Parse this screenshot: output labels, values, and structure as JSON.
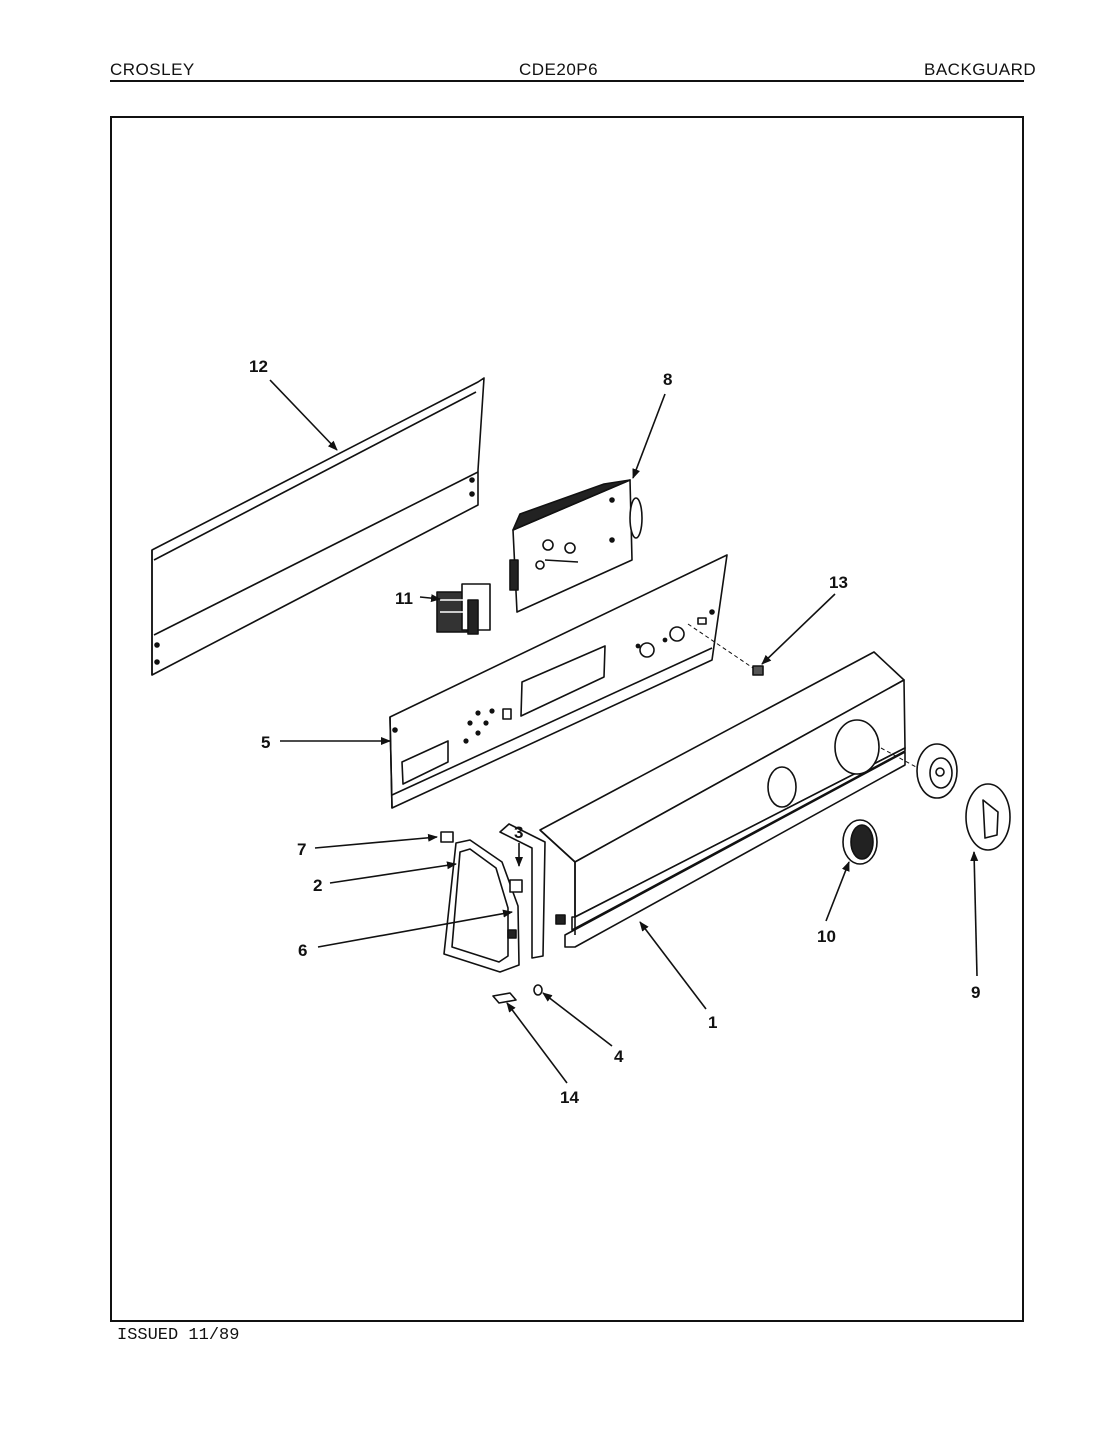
{
  "header": {
    "brand": "CROSLEY",
    "model": "CDE20P6",
    "section": "BACKGUARD"
  },
  "footer": {
    "issued": "ISSUED 11/89"
  },
  "callouts": [
    "1",
    "2",
    "3",
    "4",
    "5",
    "6",
    "7",
    "8",
    "9",
    "10",
    "11",
    "12",
    "13",
    "14"
  ]
}
